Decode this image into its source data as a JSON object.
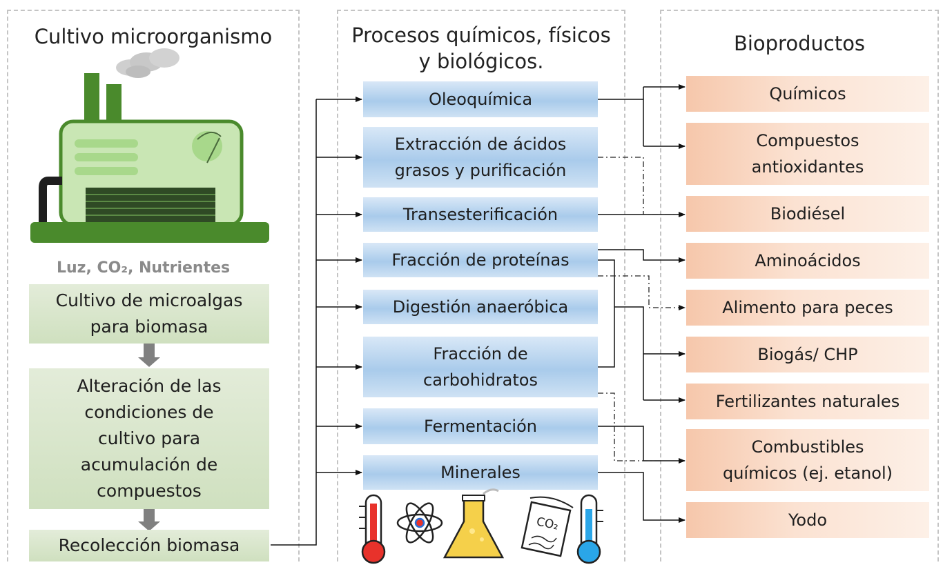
{
  "columns": {
    "left_title": "Cultivo microorganismo",
    "mid_title_line1": "Procesos químicos, físicos",
    "mid_title_line2": "y biológicos.",
    "right_title": "Bioproductos"
  },
  "left": {
    "inputs": "Luz, CO₂, Nutrientes",
    "step1": [
      "Cultivo de microalgas",
      "para biomasa"
    ],
    "step2": [
      "Alteración de las",
      "condiciones de",
      "cultivo para",
      "acumulación de",
      "compuestos"
    ],
    "step3": "Recolección biomasa"
  },
  "processes": {
    "p1": [
      "Oleoquímica"
    ],
    "p2": [
      "Extracción de ácidos",
      "grasos y purificación"
    ],
    "p3": [
      "Transesterificación"
    ],
    "p4": [
      "Fracción de proteínas"
    ],
    "p5": [
      "Digestión anaeróbica"
    ],
    "p6": [
      "Fracción de",
      "carbohidratos"
    ],
    "p7": [
      "Fermentación"
    ],
    "p8": [
      "Minerales"
    ]
  },
  "products": {
    "r1": [
      "Químicos"
    ],
    "r2": [
      "Compuestos",
      "antioxidantes"
    ],
    "r3": [
      "Biodiésel"
    ],
    "r4": [
      "Aminoácidos"
    ],
    "r5": [
      "Alimento para peces"
    ],
    "r6": [
      "Biogás/ CHP"
    ],
    "r7": [
      "Fertilizantes naturales"
    ],
    "r8": [
      "Combustibles",
      "químicos (ej. etanol)"
    ],
    "r9": [
      "Yodo"
    ]
  },
  "icons": {
    "factory": "factory-icon",
    "smoke": "smoke-icon",
    "thermometer_hot": "thermometer-hot-icon",
    "atom": "atom-icon",
    "flask": "flask-icon",
    "co2_document": "co2-document-icon",
    "thermometer_cold": "thermometer-cold-icon"
  },
  "icon_text": {
    "co2_doc": "CO₂"
  },
  "colors": {
    "green_box": "#d6e5c7",
    "blue_box": "#b5d3ef",
    "orange_box": "#f8d2bb",
    "factory_dark": "#4a8a2c",
    "factory_light": "#c9e6b4"
  }
}
